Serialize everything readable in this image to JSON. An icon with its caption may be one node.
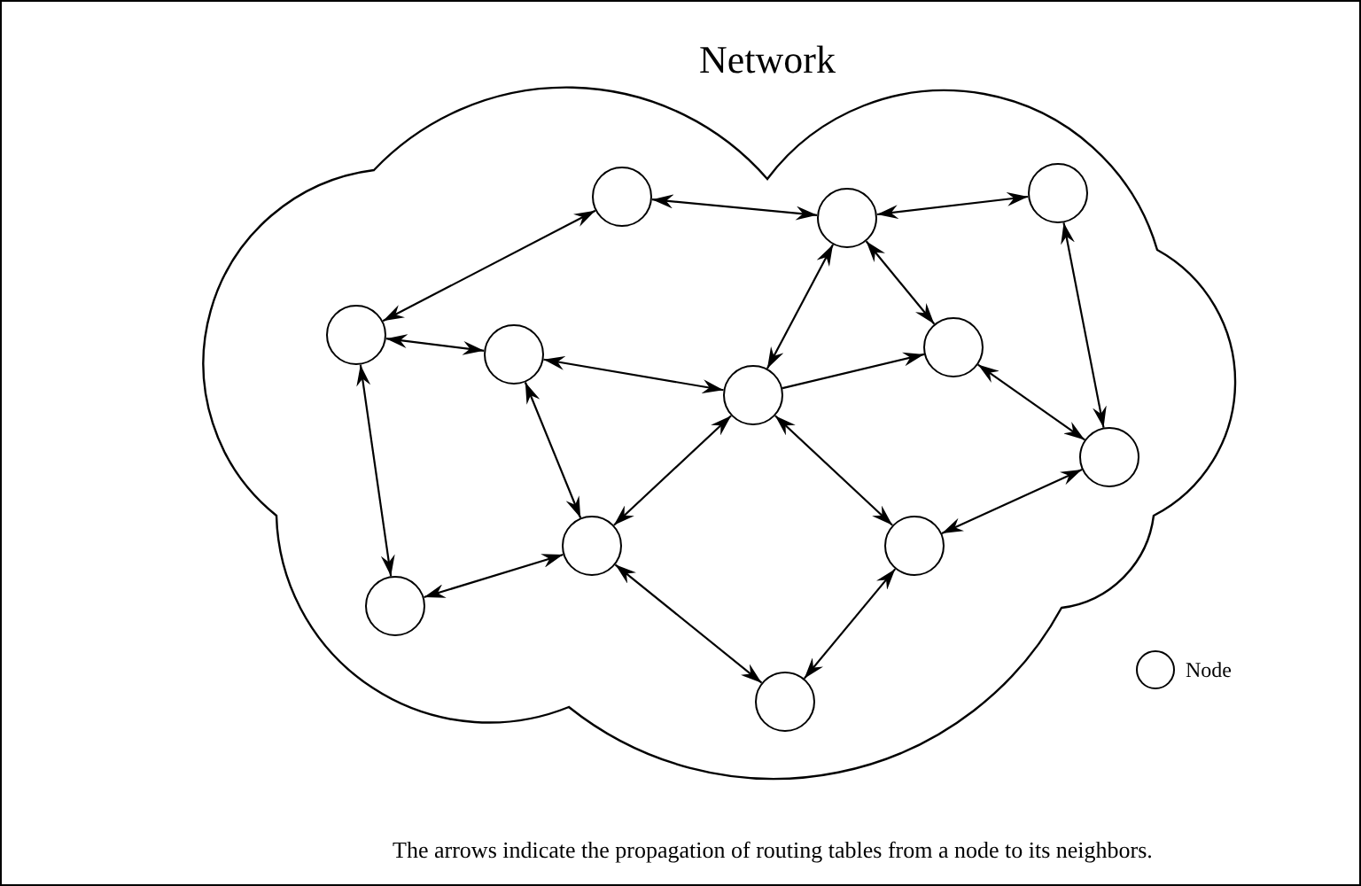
{
  "diagram": {
    "title": "Network",
    "caption": "The arrows indicate the propagation of routing tables from a node to its neighbors.",
    "nodes": [
      {
        "text": [],
        "shape": "cloud"
      },
      {
        "text": [],
        "shape": "circle",
        "in": 0
      },
      {
        "text": [],
        "shape": "circle",
        "in": 0
      },
      {
        "text": [],
        "shape": "circle",
        "in": 0
      },
      {
        "text": [],
        "shape": "circle",
        "in": 0
      },
      {
        "text": [],
        "shape": "circle",
        "in": 0
      },
      {
        "text": [],
        "shape": "circle",
        "in": 0
      },
      {
        "text": [],
        "shape": "circle",
        "in": 0
      },
      {
        "text": [],
        "shape": "circle",
        "in": 0
      },
      {
        "text": [],
        "shape": "circle",
        "in": 0
      },
      {
        "text": [],
        "shape": "circle",
        "in": 0
      },
      {
        "text": [],
        "shape": "circle",
        "in": 0
      },
      {
        "text": [],
        "shape": "circle",
        "in": 0
      }
    ],
    "edges": [
      {
        "from": 1,
        "to": 2,
        "arrow": "both"
      },
      {
        "from": 1,
        "to": 4,
        "arrow": "both"
      },
      {
        "from": 4,
        "to": 5,
        "arrow": "both"
      },
      {
        "from": 5,
        "to": 7,
        "arrow": "both"
      },
      {
        "from": 2,
        "to": 3,
        "arrow": "both"
      },
      {
        "from": 2,
        "to": 7,
        "arrow": "both"
      },
      {
        "from": 2,
        "to": 6,
        "arrow": "both"
      },
      {
        "from": 3,
        "to": 8,
        "arrow": "both"
      },
      {
        "from": 7,
        "to": 6,
        "arrow": "to"
      },
      {
        "from": 6,
        "to": 8,
        "arrow": "both"
      },
      {
        "from": 4,
        "to": 11,
        "arrow": "both"
      },
      {
        "from": 5,
        "to": 9,
        "arrow": "both"
      },
      {
        "from": 7,
        "to": 9,
        "arrow": "both"
      },
      {
        "from": 9,
        "to": 11,
        "arrow": "both"
      },
      {
        "from": 7,
        "to": 10,
        "arrow": "both"
      },
      {
        "from": 8,
        "to": 10,
        "arrow": "both"
      },
      {
        "from": 9,
        "to": 12,
        "arrow": "both"
      },
      {
        "from": 10,
        "to": 12,
        "arrow": "both"
      }
    ],
    "legend": [
      {
        "text": "Node"
      }
    ]
  }
}
